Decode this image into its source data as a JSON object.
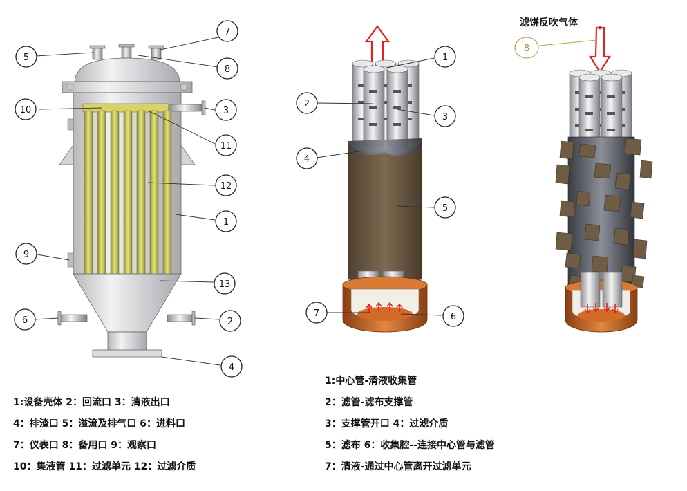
{
  "vessel_callouts": [
    "5",
    "7",
    "8",
    "10",
    "3",
    "11",
    "12",
    "1",
    "9",
    "13",
    "6",
    "2",
    "4"
  ],
  "element_callouts": [
    "1",
    "2",
    "3",
    "4",
    "5",
    "7",
    "6"
  ],
  "backflush_callout": "8",
  "backflush_label": "滤饼反吹气体",
  "legend_left": [
    "1:设备壳体  2：回流口 3：清液出口",
    "4：排渣口  5：溢流及排气口 6：进料口",
    "7：仪表口 8：备用口 9：观察口",
    "10：集液管 11：过滤单元 12：过滤介质"
  ],
  "legend_right": [
    "1:中心管-清液收集管",
    "2：滤管-滤布支撑管",
    "3：支撑管开口    4：过滤介质",
    "5：滤布   6：收集腔--连接中心管与滤管",
    "7：清液-通过中心管离开过滤单元"
  ],
  "colors": {
    "shell": "#d9d9dc",
    "filter_tube": "#d8d56a",
    "cloth": "#6e5c45",
    "base": "#c66a2a",
    "arrow": "#e0241b",
    "callout_gold": "#b9a64e"
  }
}
